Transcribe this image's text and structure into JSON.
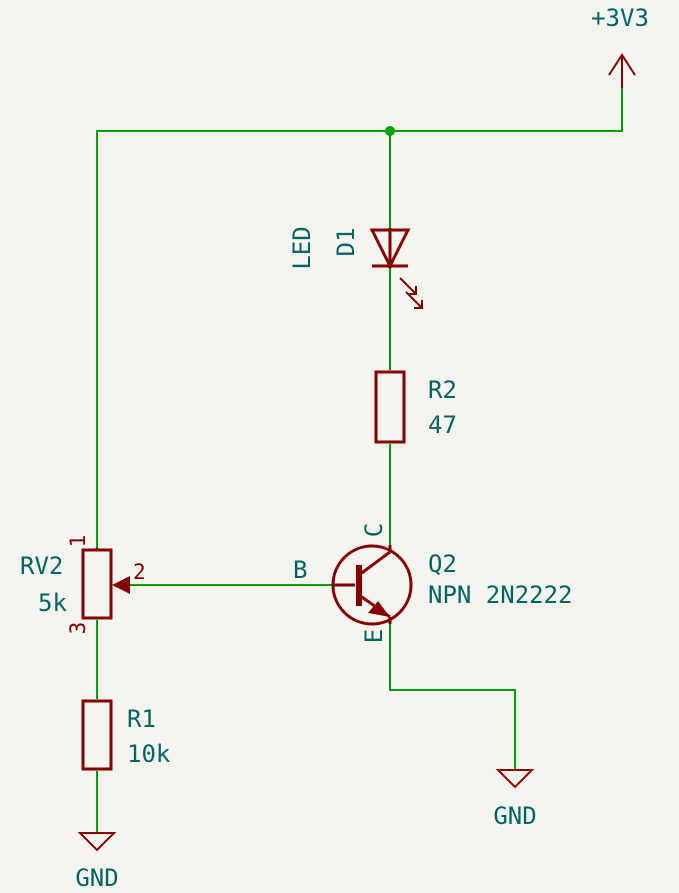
{
  "power": {
    "vcc_label": "+3V3",
    "gnd_left": "GND",
    "gnd_right": "GND"
  },
  "led": {
    "ref": "D1",
    "value": "LED"
  },
  "r2": {
    "ref": "R2",
    "value": "47"
  },
  "r1": {
    "ref": "R1",
    "value": "10k"
  },
  "rv2": {
    "ref": "RV2",
    "value": "5k",
    "pin1": "1",
    "pin2": "2",
    "pin3": "3"
  },
  "q2": {
    "ref": "Q2",
    "value": "NPN 2N2222",
    "pin_b": "B",
    "pin_c": "C",
    "pin_e": "E"
  },
  "colors": {
    "wire": "#00a000",
    "symbol": "#840000",
    "label": "#006464",
    "background": "#f5f4ef"
  }
}
